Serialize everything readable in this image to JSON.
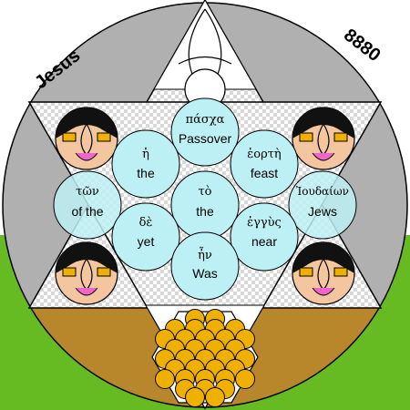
{
  "corner_labels": {
    "left": "Jesus",
    "right": "8880"
  },
  "words": [
    {
      "id": "pascha",
      "greek": "πάσχα",
      "english": "Passover"
    },
    {
      "id": "he",
      "greek": "ἡ",
      "english": "the"
    },
    {
      "id": "heorte",
      "greek": "ἑορτὴ",
      "english": "feast"
    },
    {
      "id": "ton",
      "greek": "τῶν",
      "english": "of the"
    },
    {
      "id": "to",
      "greek": "τὸ",
      "english": "the"
    },
    {
      "id": "ioudaion",
      "greek": "Ἰουδαίων",
      "english": "Jews"
    },
    {
      "id": "de",
      "greek": "δὲ",
      "english": "yet"
    },
    {
      "id": "engys",
      "greek": "ἐγγὺς",
      "english": "near"
    },
    {
      "id": "en",
      "greek": "ἦν",
      "english": "Was"
    }
  ],
  "colors": {
    "sky": "#ffffff",
    "grass": "#66bb22",
    "outer_ring": "#b0b0b0",
    "lower_ring": "#b8862b",
    "green_triangle": "#22dd22",
    "word_circle": "#bdf0f4",
    "honeycomb": "#f0b000",
    "hexagram_fill": "#dcdcdc"
  }
}
